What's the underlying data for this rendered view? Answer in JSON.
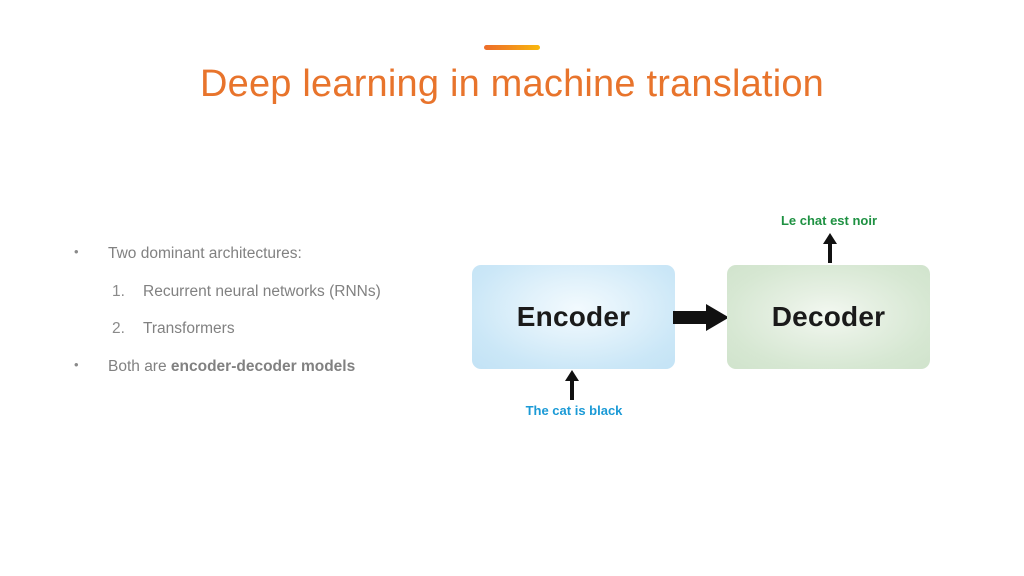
{
  "slide": {
    "title": "Deep learning in machine translation",
    "accent_color": "#E8742C",
    "background_color": "#FFFFFF"
  },
  "content": {
    "bullets": [
      {
        "level": 1,
        "marker": "•",
        "text": "Two dominant architectures:",
        "bold_text": ""
      },
      {
        "level": 2,
        "marker": "1.",
        "text": "Recurrent neural networks (RNNs)",
        "bold_text": ""
      },
      {
        "level": 2,
        "marker": "2.",
        "text": "Transformers",
        "bold_text": ""
      },
      {
        "level": 1,
        "marker": "•",
        "text": "Both are ",
        "bold_text": "encoder-decoder models"
      }
    ],
    "body_color": "#818181"
  },
  "diagram": {
    "type": "encoder-decoder-flow",
    "encoder": {
      "label": "Encoder",
      "fill_color": "#CBE7F7"
    },
    "decoder": {
      "label": "Decoder",
      "fill_color": "#D6E7D2"
    },
    "input": {
      "label": "The cat is black",
      "color": "#1B9AD6",
      "arrow": "arrow-up-icon"
    },
    "output": {
      "label": "Le chat est noir",
      "color": "#1E9142",
      "arrow": "arrow-up-icon"
    },
    "flow": {
      "arrow": "arrow-right-icon",
      "color": "#111111"
    }
  }
}
